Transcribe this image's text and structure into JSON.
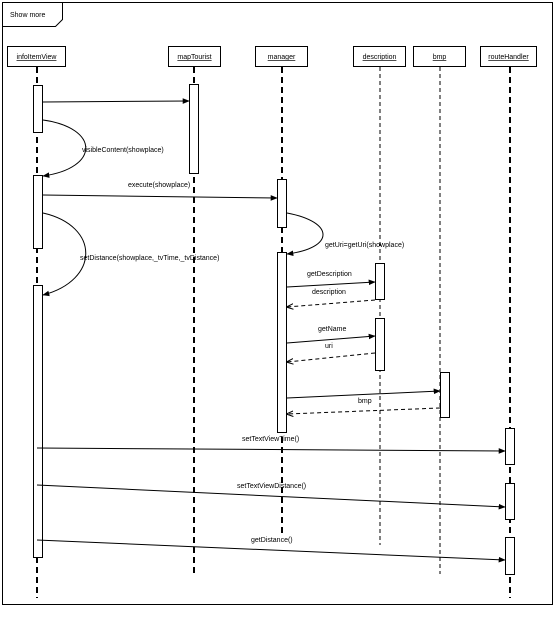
{
  "frame": {
    "title": "Show more"
  },
  "lifelines": [
    {
      "id": "infoItemView",
      "label": "infoItemView",
      "dashed": true
    },
    {
      "id": "mapTourist",
      "label": "mapTourist",
      "dashed": true
    },
    {
      "id": "manager",
      "label": "manager",
      "dashed": true
    },
    {
      "id": "description",
      "label": "description",
      "dashed": false
    },
    {
      "id": "bmp",
      "label": "bmp",
      "dashed": false
    },
    {
      "id": "routeHandler",
      "label": "routeHandler",
      "dashed": true
    }
  ],
  "messages": [
    {
      "id": "m1",
      "label": "",
      "type": "sync",
      "from": "infoItemView",
      "to": "mapTourist"
    },
    {
      "id": "m2",
      "label": "visibleContent(showplace)",
      "type": "self",
      "from": "infoItemView",
      "to": "infoItemView"
    },
    {
      "id": "m3",
      "label": "execute(showplace)",
      "type": "sync",
      "from": "infoItemView",
      "to": "manager"
    },
    {
      "id": "m4",
      "label": "getUri=getUri(showplace)",
      "type": "self",
      "from": "manager",
      "to": "manager"
    },
    {
      "id": "m5",
      "label": "setDistance(showplace,_tvTime,_tvDistance)",
      "type": "self",
      "from": "infoItemView",
      "to": "infoItemView"
    },
    {
      "id": "m6",
      "label": "getDescription",
      "type": "sync",
      "from": "manager",
      "to": "description"
    },
    {
      "id": "m7",
      "label": "description",
      "type": "return",
      "from": "description",
      "to": "manager"
    },
    {
      "id": "m8",
      "label": "getName",
      "type": "sync",
      "from": "manager",
      "to": "description"
    },
    {
      "id": "m9",
      "label": "uri",
      "type": "return",
      "from": "description",
      "to": "manager"
    },
    {
      "id": "m10",
      "label": "",
      "type": "sync",
      "from": "manager",
      "to": "bmp"
    },
    {
      "id": "m11",
      "label": "bmp",
      "type": "return",
      "from": "bmp",
      "to": "manager"
    },
    {
      "id": "m12",
      "label": "setTextViewTime()",
      "type": "sync",
      "from": "infoItemView",
      "to": "routeHandler"
    },
    {
      "id": "m13",
      "label": "setTextViewDistance()",
      "type": "sync",
      "from": "infoItemView",
      "to": "routeHandler"
    },
    {
      "id": "m14",
      "label": "getDistance()",
      "type": "sync",
      "from": "infoItemView",
      "to": "routeHandler"
    }
  ]
}
